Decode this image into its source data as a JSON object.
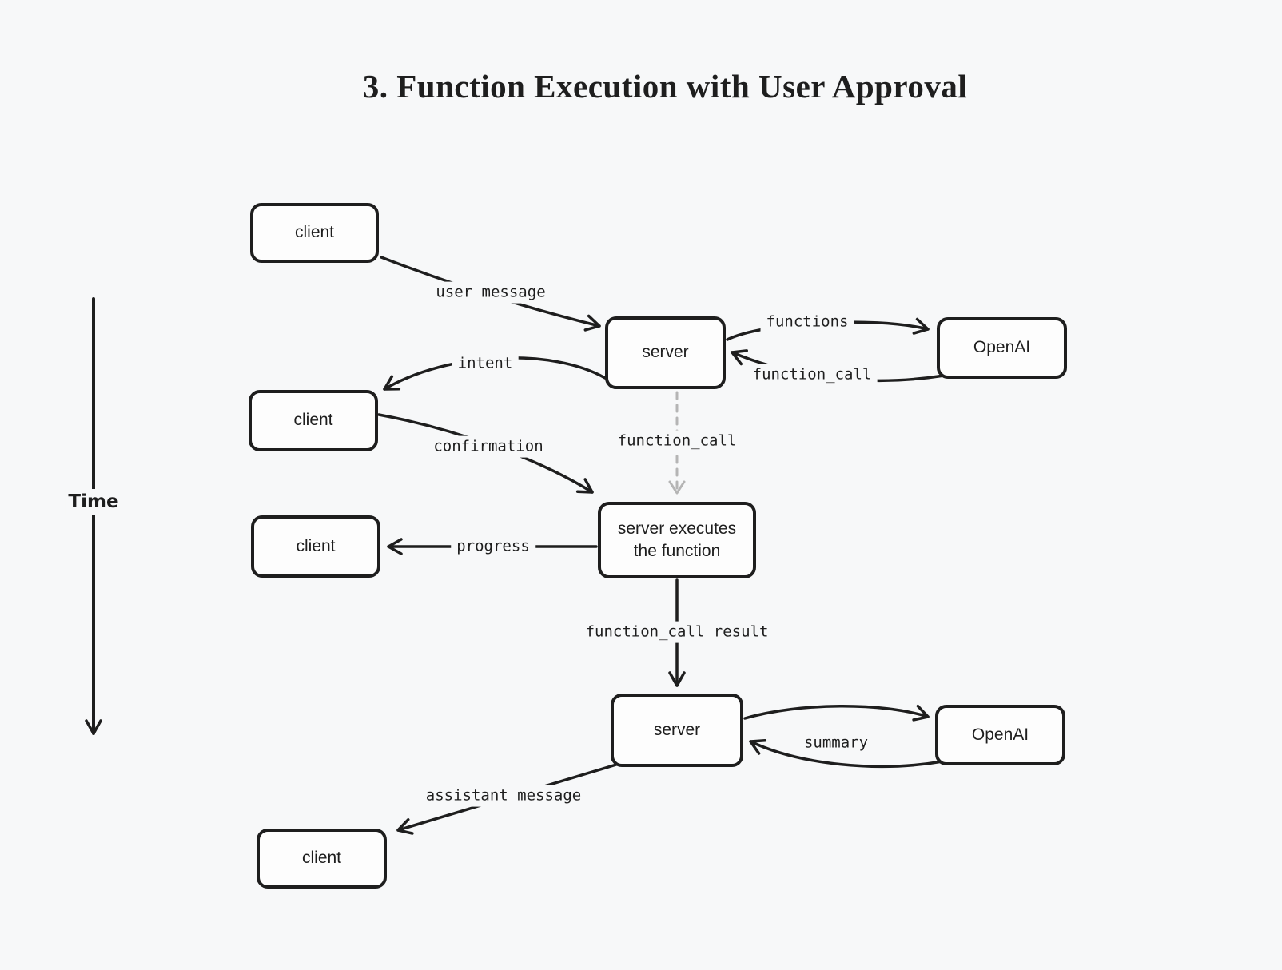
{
  "title": "3. Function Execution with User Approval",
  "time_axis": {
    "label": "Time"
  },
  "nodes": {
    "client_1": {
      "label": "client"
    },
    "server_1": {
      "label": "server"
    },
    "openai_1": {
      "label": "OpenAI"
    },
    "client_2": {
      "label": "client"
    },
    "client_3": {
      "label": "client"
    },
    "server_exec": {
      "line1": "server executes",
      "line2": "the function"
    },
    "server_2": {
      "label": "server"
    },
    "openai_2": {
      "label": "OpenAI"
    },
    "client_4": {
      "label": "client"
    }
  },
  "edges": {
    "user_message": {
      "label": "user message"
    },
    "functions": {
      "label": "functions"
    },
    "function_call_top": {
      "label": "function_call"
    },
    "intent": {
      "label": "intent"
    },
    "confirmation": {
      "label": "confirmation"
    },
    "function_call_mid": {
      "label": "function_call"
    },
    "progress": {
      "label": "progress"
    },
    "function_call_result": {
      "label": "function_call result"
    },
    "summary": {
      "label": "summary"
    },
    "assistant_message": {
      "label": "assistant message"
    }
  },
  "colors": {
    "background": "#f7f8f9",
    "node_fill": "#fdfdfd",
    "stroke": "#1e1e1e",
    "dashed_arrow": "#b5b5b5"
  }
}
